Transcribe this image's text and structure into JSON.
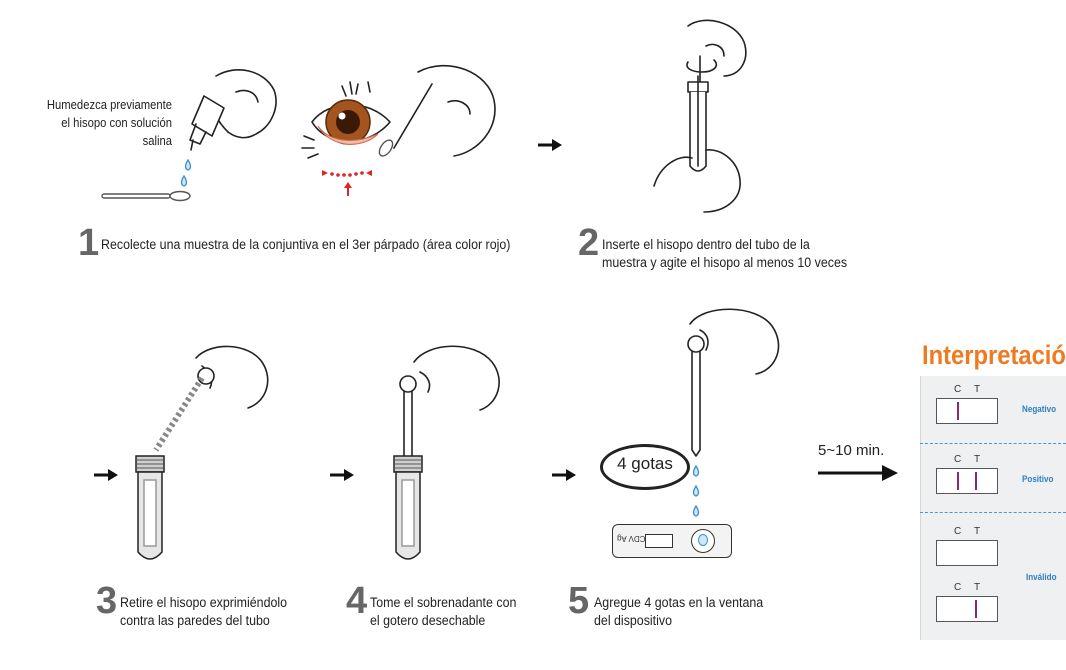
{
  "steps": {
    "pre_note": "Humedezca previamente\nel hisopo con solución salina",
    "s1": {
      "num": "1",
      "text": "Recolecte una muestra de la conjuntiva en el 3er párpado (área color rojo)"
    },
    "s2": {
      "num": "2",
      "text": "Inserte el hisopo dentro del tubo de la\nmuestra y agite el hisopo al menos 10 veces"
    },
    "s3": {
      "num": "3",
      "text": "Retire el hisopo exprimiéndolo\ncontra las paredes del tubo"
    },
    "s4": {
      "num": "4",
      "text": "Tome el sobrenadante con\nel gotero desechable"
    },
    "s5": {
      "num": "5",
      "text": "Agregue 4 gotas en la ventana\ndel dispositivo"
    }
  },
  "drops_label": "4 gotas",
  "device_label": "CDV Ag",
  "time_label": "5~10 min.",
  "interpretation": {
    "title": "Interpretación",
    "c_label": "C",
    "t_label": "T",
    "results": {
      "negative": "Negativo",
      "positive": "Positivo",
      "invalid": "Inválido"
    },
    "line_color": "#8b2a6e",
    "title_color": "#f07a22",
    "result_color": "#2f7fc0"
  }
}
